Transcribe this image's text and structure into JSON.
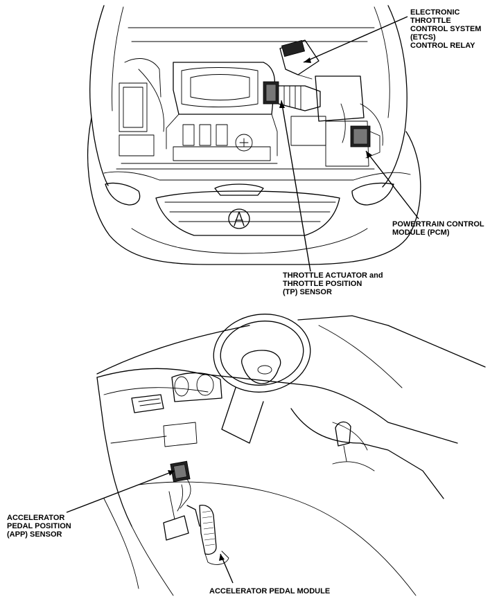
{
  "callouts": {
    "etcs_relay": [
      "ELECTRONIC",
      "THROTTLE",
      "CONTROL SYSTEM",
      "(ETCS)",
      "CONTROL RELAY"
    ],
    "pcm": [
      "POWERTRAIN CONTROL",
      "MODULE (PCM)"
    ],
    "throttle_actuator": [
      "THROTTLE ACTUATOR and",
      "THROTTLE POSITION",
      "(TP) SENSOR"
    ],
    "app_sensor": [
      "ACCELERATOR",
      "PEDAL POSITION",
      "(APP) SENSOR"
    ],
    "pedal_module": [
      "ACCELERATOR PEDAL MODULE"
    ]
  }
}
